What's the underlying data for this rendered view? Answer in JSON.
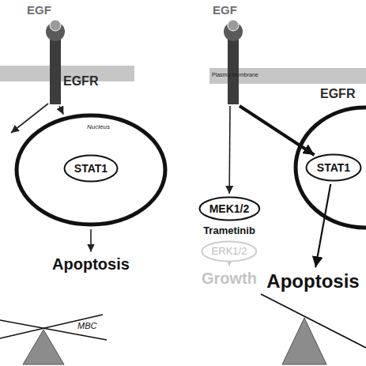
{
  "diagram": {
    "nodes": [
      {
        "text": [
          "EGF",
          "EGFR"
        ]
      },
      {
        "text": [
          "Nucleus"
        ]
      },
      {
        "text": [
          "STAT1"
        ],
        "in": 1
      },
      {
        "text": [
          "Apoptosis"
        ]
      },
      {
        "text": [
          "EGF",
          "EGFR"
        ]
      },
      {
        "text": [
          "MEK1/2"
        ]
      },
      {
        "text": [
          "ERK1/2"
        ]
      },
      {
        "text": [
          "Growth"
        ]
      },
      {
        "text": [
          "STAT1"
        ]
      },
      {
        "text": [
          "Apoptosis"
        ]
      }
    ],
    "edges": [
      {
        "from": 0,
        "to": 1,
        "arrow": "to"
      },
      {
        "from": 1,
        "to": 3,
        "arrow": "to"
      },
      {
        "from": 4,
        "to": 5,
        "arrow": "to"
      },
      {
        "from": 4,
        "to": 8,
        "arrow": "to"
      },
      {
        "from": 6,
        "to": 7,
        "arrow": "to"
      },
      {
        "from": 8,
        "to": 9,
        "arrow": "to"
      }
    ],
    "labels": [
      "MBC",
      "Plasma Membrane",
      "Trametinib"
    ]
  }
}
